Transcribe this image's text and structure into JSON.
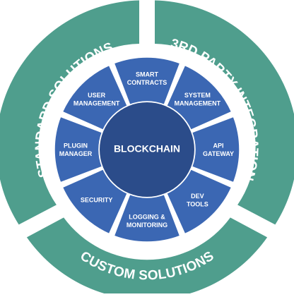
{
  "center": {
    "label": "BLOCKCHAIN"
  },
  "ring": [
    {
      "id": "smart-contracts",
      "lines": [
        "SMART",
        "CONTRACTS"
      ]
    },
    {
      "id": "system-management",
      "lines": [
        "SYSTEM",
        "MANAGEMENT"
      ]
    },
    {
      "id": "api-gateway",
      "lines": [
        "API",
        "GATEWAY"
      ]
    },
    {
      "id": "dev-tools",
      "lines": [
        "DEV",
        "TOOLS"
      ]
    },
    {
      "id": "logging-monitoring",
      "lines": [
        "LOGGING &",
        "MONITORING"
      ]
    },
    {
      "id": "security",
      "lines": [
        "SECURITY"
      ]
    },
    {
      "id": "plugin-manager",
      "lines": [
        "PLUGIN",
        "MANAGER"
      ]
    },
    {
      "id": "user-management",
      "lines": [
        "USER",
        "MANAGEMENT"
      ]
    }
  ],
  "outer": [
    {
      "id": "standard-solutions",
      "label": "STANDARD SOLUTIONS"
    },
    {
      "id": "3rd-party-integration",
      "label": "3RD PARTY INTEGRATION"
    },
    {
      "id": "custom-solutions",
      "label": "CUSTOM SOLUTIONS"
    }
  ],
  "colors": {
    "outer_band": "#4f9e8d",
    "ring_segment": "#3b67b3",
    "ring_gap": "#ffffff",
    "center_circle": "#2b4c8a",
    "text": "#ffffff"
  }
}
